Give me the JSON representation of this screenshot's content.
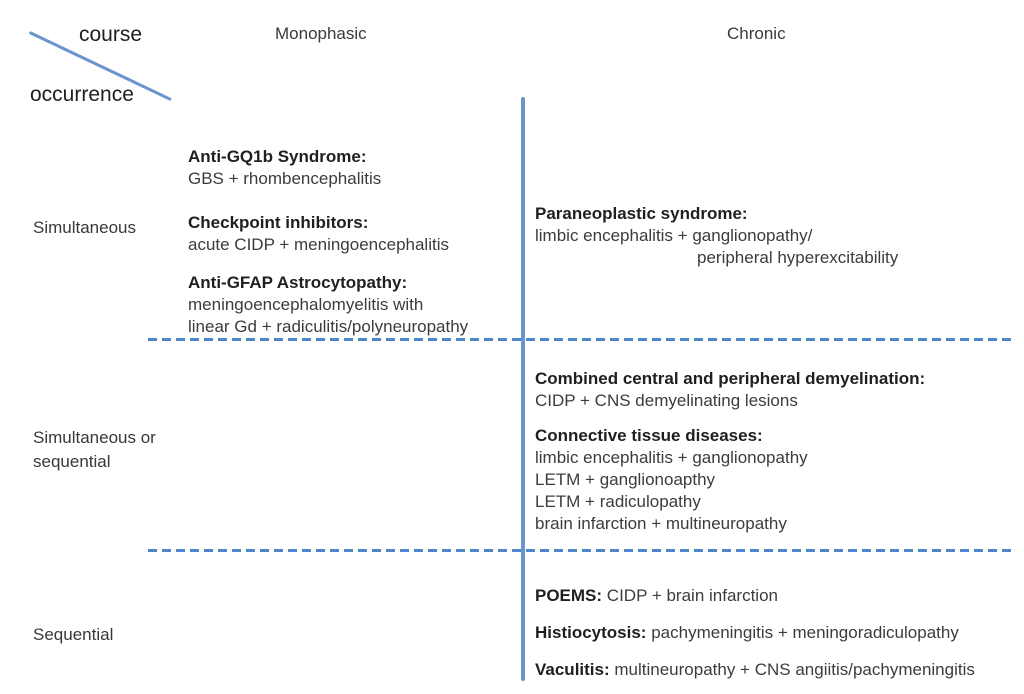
{
  "axis": {
    "course_label": "course",
    "occurrence_label": "occurrence"
  },
  "columns": {
    "monophasic": "Monophasic",
    "chronic": "Chronic"
  },
  "rows": {
    "simultaneous": "Simultaneous",
    "simultaneous_or_sequential": "Simultaneous or sequential",
    "sequential": "Sequential"
  },
  "cells": {
    "mono_simultaneous": [
      {
        "title": "Anti-GQ1b Syndrome:",
        "lines": [
          "GBS + rhombencephalitis"
        ]
      },
      {
        "title": "Checkpoint inhibitors:",
        "lines": [
          "acute CIDP + meningoencephalitis"
        ]
      },
      {
        "title": "Anti-GFAP Astrocytopathy:",
        "lines": [
          "meningoencephalomyelitis with",
          "linear Gd + radiculitis/polyneuropathy"
        ]
      }
    ],
    "chronic_simultaneous": [
      {
        "title": "Paraneoplastic syndrome:",
        "lines": [
          "limbic encephalitis + ganglionopathy/",
          "peripheral hyperexcitability"
        ]
      }
    ],
    "chronic_simultaneous_or_sequential": [
      {
        "title": "Combined central and peripheral demyelination:",
        "lines": [
          "CIDP + CNS demyelinating lesions"
        ]
      },
      {
        "title": "Connective tissue diseases:",
        "lines": [
          "limbic encephalitis + ganglionopathy",
          "LETM + ganglionoapthy",
          "LETM + radiculopathy",
          "brain infarction + multineuropathy"
        ]
      }
    ],
    "chronic_sequential": [
      {
        "title": "POEMS:",
        "text": "CIDP + brain infarction"
      },
      {
        "title": "Histiocytosis:",
        "text": "pachymeningitis + meningoradiculopathy"
      },
      {
        "title": "Vaculitis:",
        "text": "multineuropathy + CNS angiitis/pachymeningitis"
      }
    ]
  },
  "colors": {
    "line_blue": "#6b93cc",
    "dash_blue": "#4d87c7",
    "text_dark": "#1f1f1f",
    "text_body": "#3c3c3c"
  }
}
